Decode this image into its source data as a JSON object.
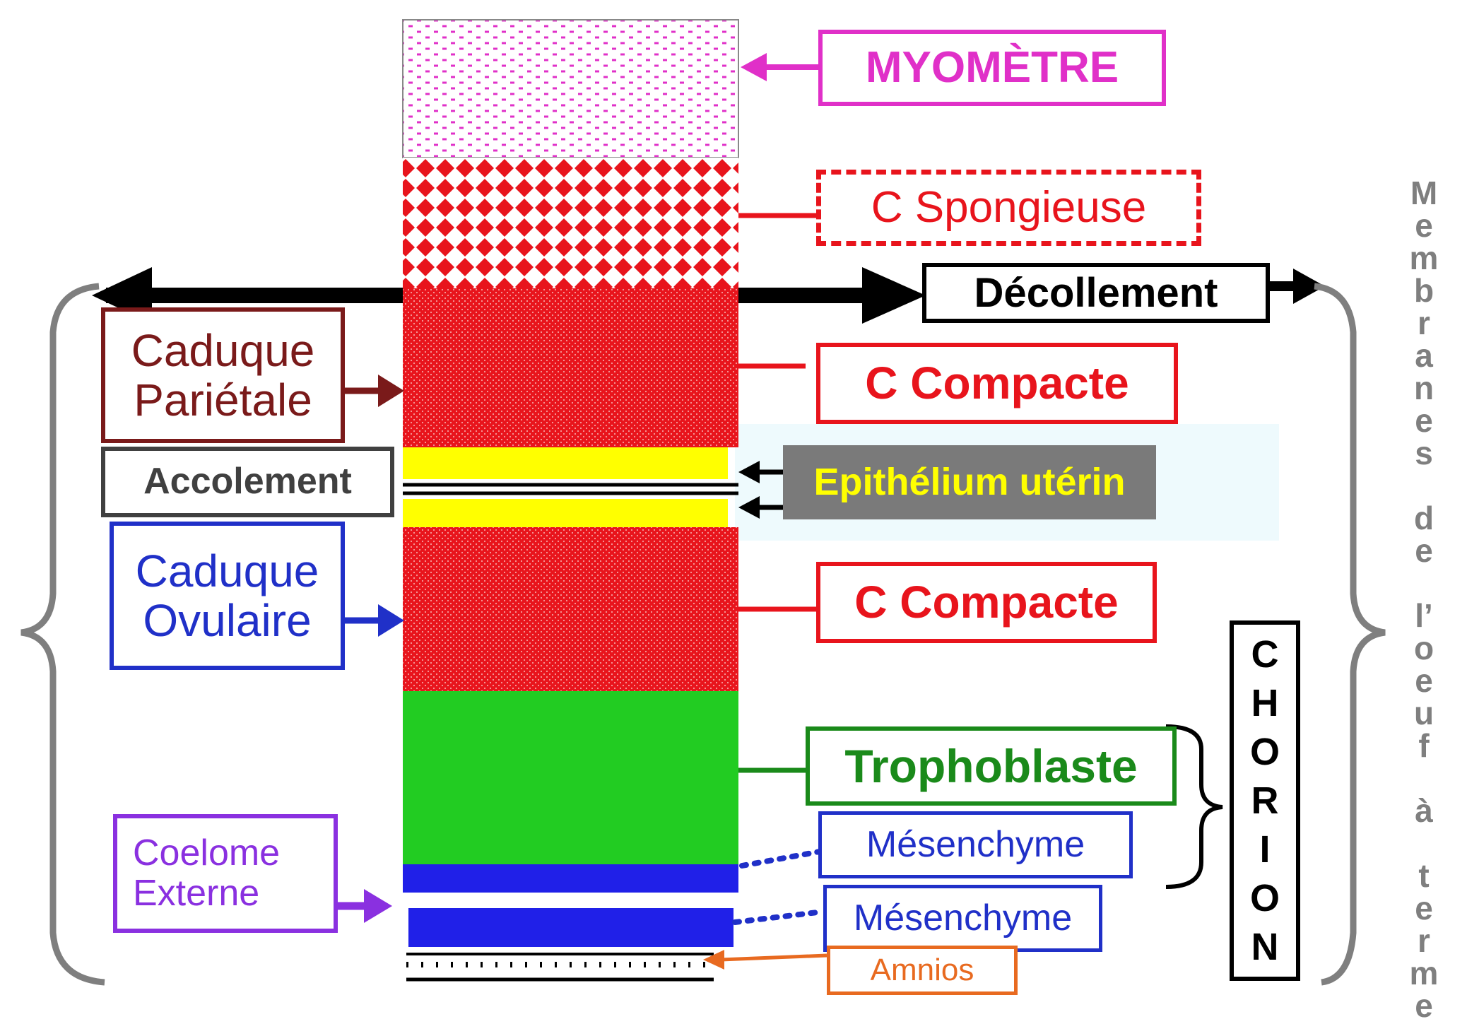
{
  "layers": {
    "myometre": "MYOMÈTRE",
    "spongieuse": "C Spongieuse",
    "decollement": "Décollement",
    "compacte_top": "C Compacte",
    "epithelium": "Epithélium utérin",
    "compacte_bottom": "C Compacte",
    "trophoblaste": "Trophoblaste",
    "mesenchyme_1": "Mésenchyme",
    "mesenchyme_2": "Mésenchyme",
    "amnios": "Amnios"
  },
  "left_labels": {
    "caduque_parietale": [
      "Caduque",
      "Pariétale"
    ],
    "accolement": "Accolement",
    "caduque_ovulaire": [
      "Caduque",
      "Ovulaire"
    ],
    "coelome_externe": [
      "Coelome",
      "Externe"
    ]
  },
  "chorion": [
    "C",
    "H",
    "O",
    "R",
    "I",
    "O",
    "N"
  ],
  "membranes": [
    "M",
    "e",
    "m",
    "b",
    "r",
    "a",
    "n",
    "e",
    "s",
    "",
    "d",
    "e",
    "",
    "l’",
    "o",
    "e",
    "u",
    "f",
    "",
    "à",
    "",
    "t",
    "e",
    "r",
    "m",
    "e"
  ],
  "colors": {
    "myometre": "#e030c8",
    "red": "#e8141c",
    "dark_red": "#7a1a1a",
    "blue": "#2030c8",
    "green": "#1a8a1a",
    "purple": "#8a30e0",
    "orange": "#e86a20",
    "yellow": "#ffff00",
    "gray_box": "#7a7a7a",
    "brace_gray": "#7f7f7f"
  }
}
